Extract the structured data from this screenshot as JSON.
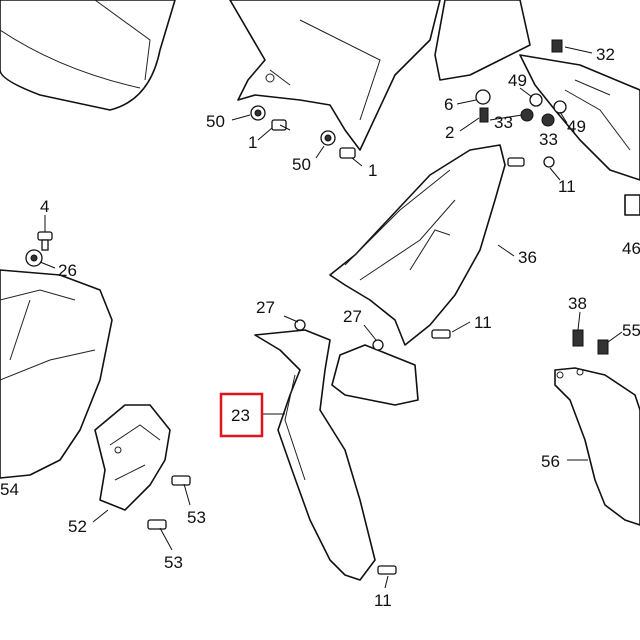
{
  "callouts": {
    "c1a": "1",
    "c1b": "1",
    "c2": "2",
    "c4": "4",
    "c6": "6",
    "c11a": "11",
    "c11b": "11",
    "c11c": "11",
    "c23": "23",
    "c26": "26",
    "c27a": "27",
    "c27b": "27",
    "c32": "32",
    "c33a": "33",
    "c33b": "33",
    "c36": "36",
    "c38": "38",
    "c46": "46",
    "c49a": "49",
    "c49b": "49",
    "c50a": "50",
    "c50b": "50",
    "c52": "52",
    "c53a": "53",
    "c53b": "53",
    "c54": "54",
    "c55": "55",
    "c56": "56"
  },
  "highlight": {
    "part": "23",
    "color": "#e0141e"
  }
}
